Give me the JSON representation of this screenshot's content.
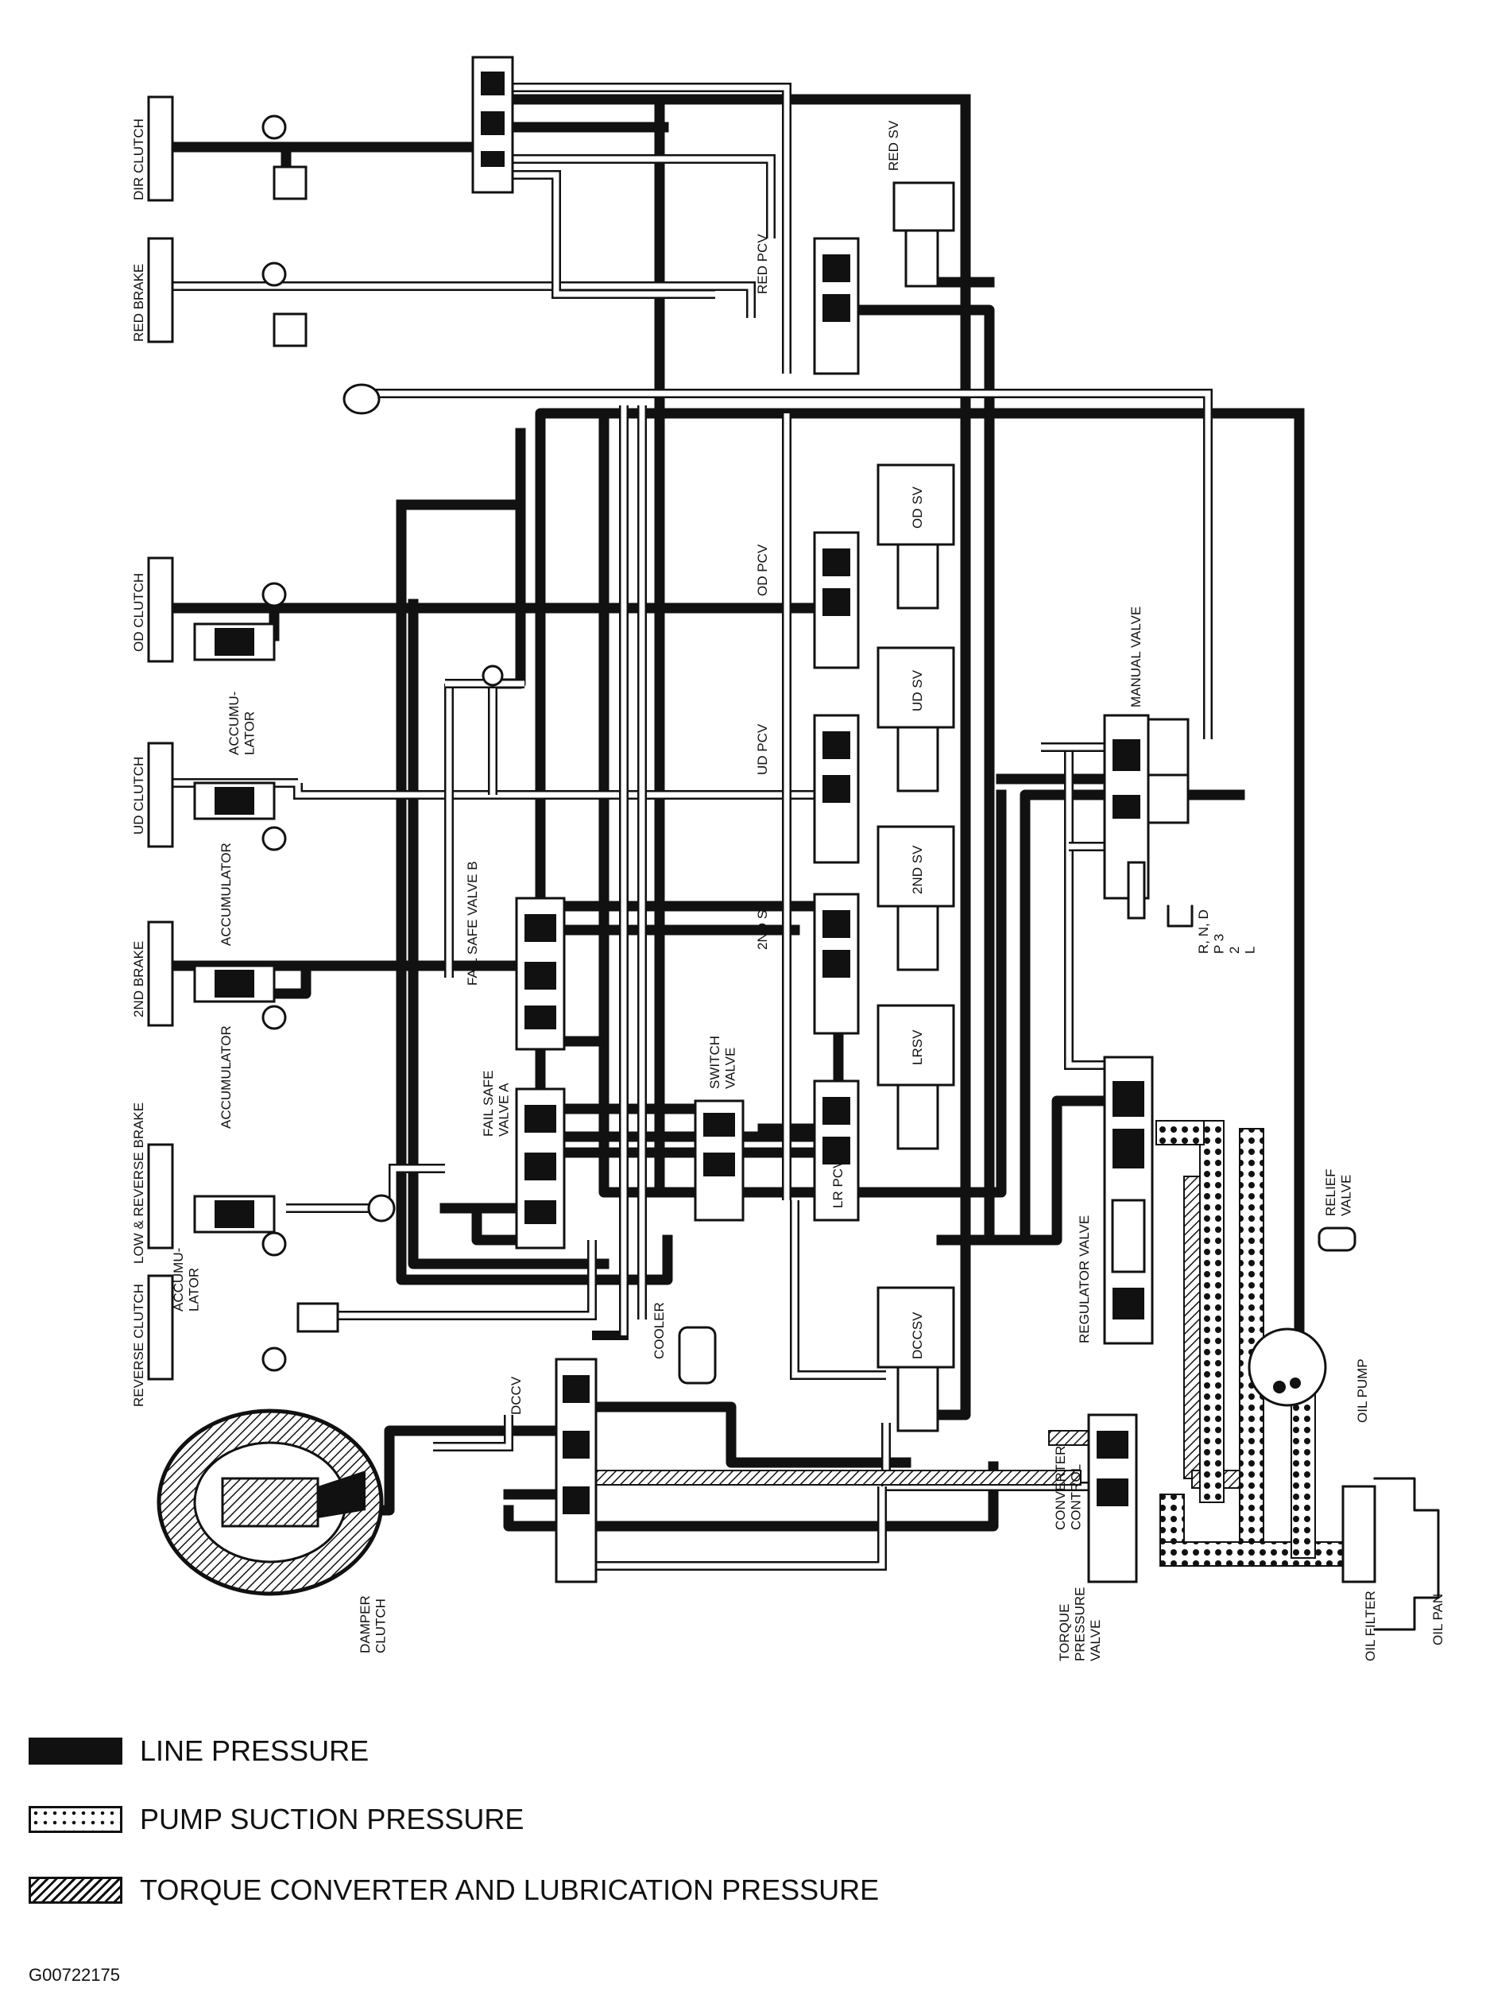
{
  "components": {
    "dir_clutch": "DIR CLUTCH",
    "red_brake": "RED BRAKE",
    "od_clutch": "OD CLUTCH",
    "ud_clutch": "UD CLUTCH",
    "second_brake": "2ND BRAKE",
    "low_reverse_brake": "LOW & REVERSE BRAKE",
    "reverse_clutch": "REVERSE CLUTCH",
    "accumulator_1": "ACCUMU-\nLATOR",
    "accumulator_2": "ACCUMULATOR",
    "accumulator_3": "ACCUMULATOR",
    "accumulator_4": "ACCUMU-\nLATOR",
    "fail_safe_valve_b": "FAIL SAFE VALVE B",
    "fail_safe_valve_a": "FAIL SAFE\nVALVE A",
    "switch_valve": "SWITCH\nVALVE",
    "red_sv": "RED SV",
    "red_pcv": "RED PCV",
    "od_sv": "OD SV",
    "od_pcv": "OD PCV",
    "ud_sv": "UD SV",
    "ud_pcv": "UD PCV",
    "second_sv_box": "2ND SV",
    "second_sv": "2ND SV",
    "lrsv": "LRSV",
    "lr_pcv": "LR PCV",
    "dccsv": "DCCSV",
    "dccv": "DCCV",
    "cooler": "COOLER",
    "manual_valve": "MANUAL VALVE",
    "selector_positions": "R, N, D\nP 3\n2\nL",
    "regulator_valve": "REGULATOR VALVE",
    "relief_valve": "RELIEF\nVALVE",
    "oil_pump": "OIL PUMP",
    "converter_control": "CONVERTER\nCONTROL",
    "torque_pressure_valve": "TORQUE\nPRESSURE\nVALVE",
    "oil_filter": "OIL FILTER",
    "oil_pan": "OIL PAN",
    "damper_clutch": "DAMPER\nCLUTCH"
  },
  "legend": {
    "line_pressure": "LINE PRESSURE",
    "pump_suction": "PUMP SUCTION PRESSURE",
    "converter_lube": "TORQUE CONVERTER AND LUBRICATION PRESSURE"
  },
  "figure_id": "G00722175",
  "colors": {
    "ink": "#111111",
    "paper": "#ffffff"
  }
}
